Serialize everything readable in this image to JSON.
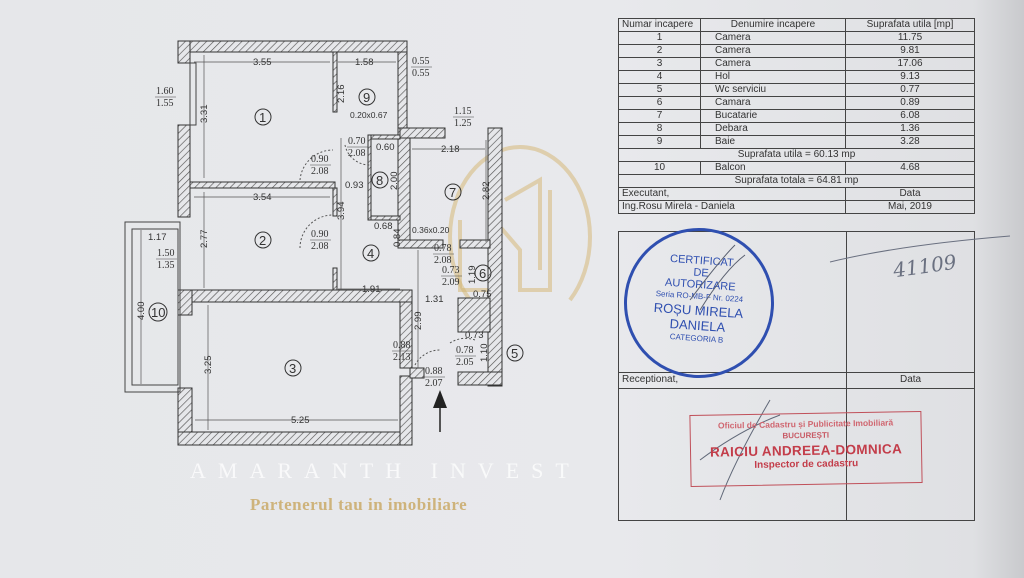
{
  "colors": {
    "paper": "#e6e7ea",
    "ink": "#333333",
    "stamp_blue": "#2f4fb0",
    "stamp_red": "#c33d4a",
    "watermark_gold": "#d4b46e"
  },
  "plan": {
    "rooms": [
      "1",
      "2",
      "3",
      "4",
      "5",
      "6",
      "7",
      "8",
      "9",
      "10"
    ],
    "dims": [
      "3.55",
      "1.58",
      "3.31",
      "2.16",
      "0.20x0.67",
      "0.60",
      "0.93",
      "2.00",
      "2.18",
      "2.82",
      "3.54",
      "3.94",
      "0.68",
      "0.84",
      "0.36x0.20",
      "2.77",
      "1.17",
      "1.19",
      "0.75",
      "1.91",
      "1.31",
      "2.99",
      "4.00",
      "3.25",
      "0.73",
      "1.10",
      "5.25"
    ],
    "openings": [
      {
        "w": "0.55",
        "h": "0.55"
      },
      {
        "w": "1.60",
        "h": "1.55"
      },
      {
        "w": "0.70",
        "h": "2.08"
      },
      {
        "w": "0.90",
        "h": "2.08"
      },
      {
        "w": "1.15",
        "h": "1.25"
      },
      {
        "w": "0.90",
        "h": "2.08"
      },
      {
        "w": "1.50",
        "h": "1.35"
      },
      {
        "w": "0.78",
        "h": "2.08"
      },
      {
        "w": "0.73",
        "h": "2.09"
      },
      {
        "w": "0.88",
        "h": "2.13"
      },
      {
        "w": "0.78",
        "h": "2.05"
      },
      {
        "w": "0.88",
        "h": "2.07"
      }
    ]
  },
  "table": {
    "headers": [
      "Numar incapere",
      "Denumire incapere",
      "Suprafata utila [mp]"
    ],
    "rows": [
      {
        "nr": "1",
        "name": "Camera",
        "area": "11.75"
      },
      {
        "nr": "2",
        "name": "Camera",
        "area": "9.81"
      },
      {
        "nr": "3",
        "name": "Camera",
        "area": "17.06"
      },
      {
        "nr": "4",
        "name": "Hol",
        "area": "9.13"
      },
      {
        "nr": "5",
        "name": "Wc serviciu",
        "area": "0.77"
      },
      {
        "nr": "6",
        "name": "Camara",
        "area": "0.89"
      },
      {
        "nr": "7",
        "name": "Bucatarie",
        "area": "6.08"
      },
      {
        "nr": "8",
        "name": "Debara",
        "area": "1.36"
      },
      {
        "nr": "9",
        "name": "Baie",
        "area": "3.28"
      }
    ],
    "useful_total": "Suprafata utila = 60.13 mp",
    "balcony": {
      "nr": "10",
      "name": "Balcon",
      "area": "4.68"
    },
    "grand_total": "Suprafata totala = 64.81 mp",
    "executant_label": "Executant,",
    "executant_name": "Ing.Rosu Mirela - Daniela",
    "date_label": "Data",
    "date_value": "Mai, 2019",
    "receptionat_label": "Receptionat,",
    "receptionat_date_label": "Data",
    "handwritten_number": "41109"
  },
  "stamp_blue": {
    "l1": "CERTIFICAT",
    "l2": "DE",
    "l3": "AUTORIZARE",
    "l4": "Seria RO-MB-F Nr. 0224",
    "l5": "ROȘU MIRELA",
    "l6": "DANIELA",
    "l7": "CATEGORIA B"
  },
  "stamp_red": {
    "office": "Oficiul de Cadastru și Publicitate Imobiliară",
    "city": "BUCUREȘTI",
    "name": "RAICIU ANDREEA-DOMNICA",
    "role": "Inspector de cadastru"
  },
  "watermark": {
    "brand": "AMARANTH INVEST",
    "tagline": "Partenerul tau in imobiliare"
  }
}
